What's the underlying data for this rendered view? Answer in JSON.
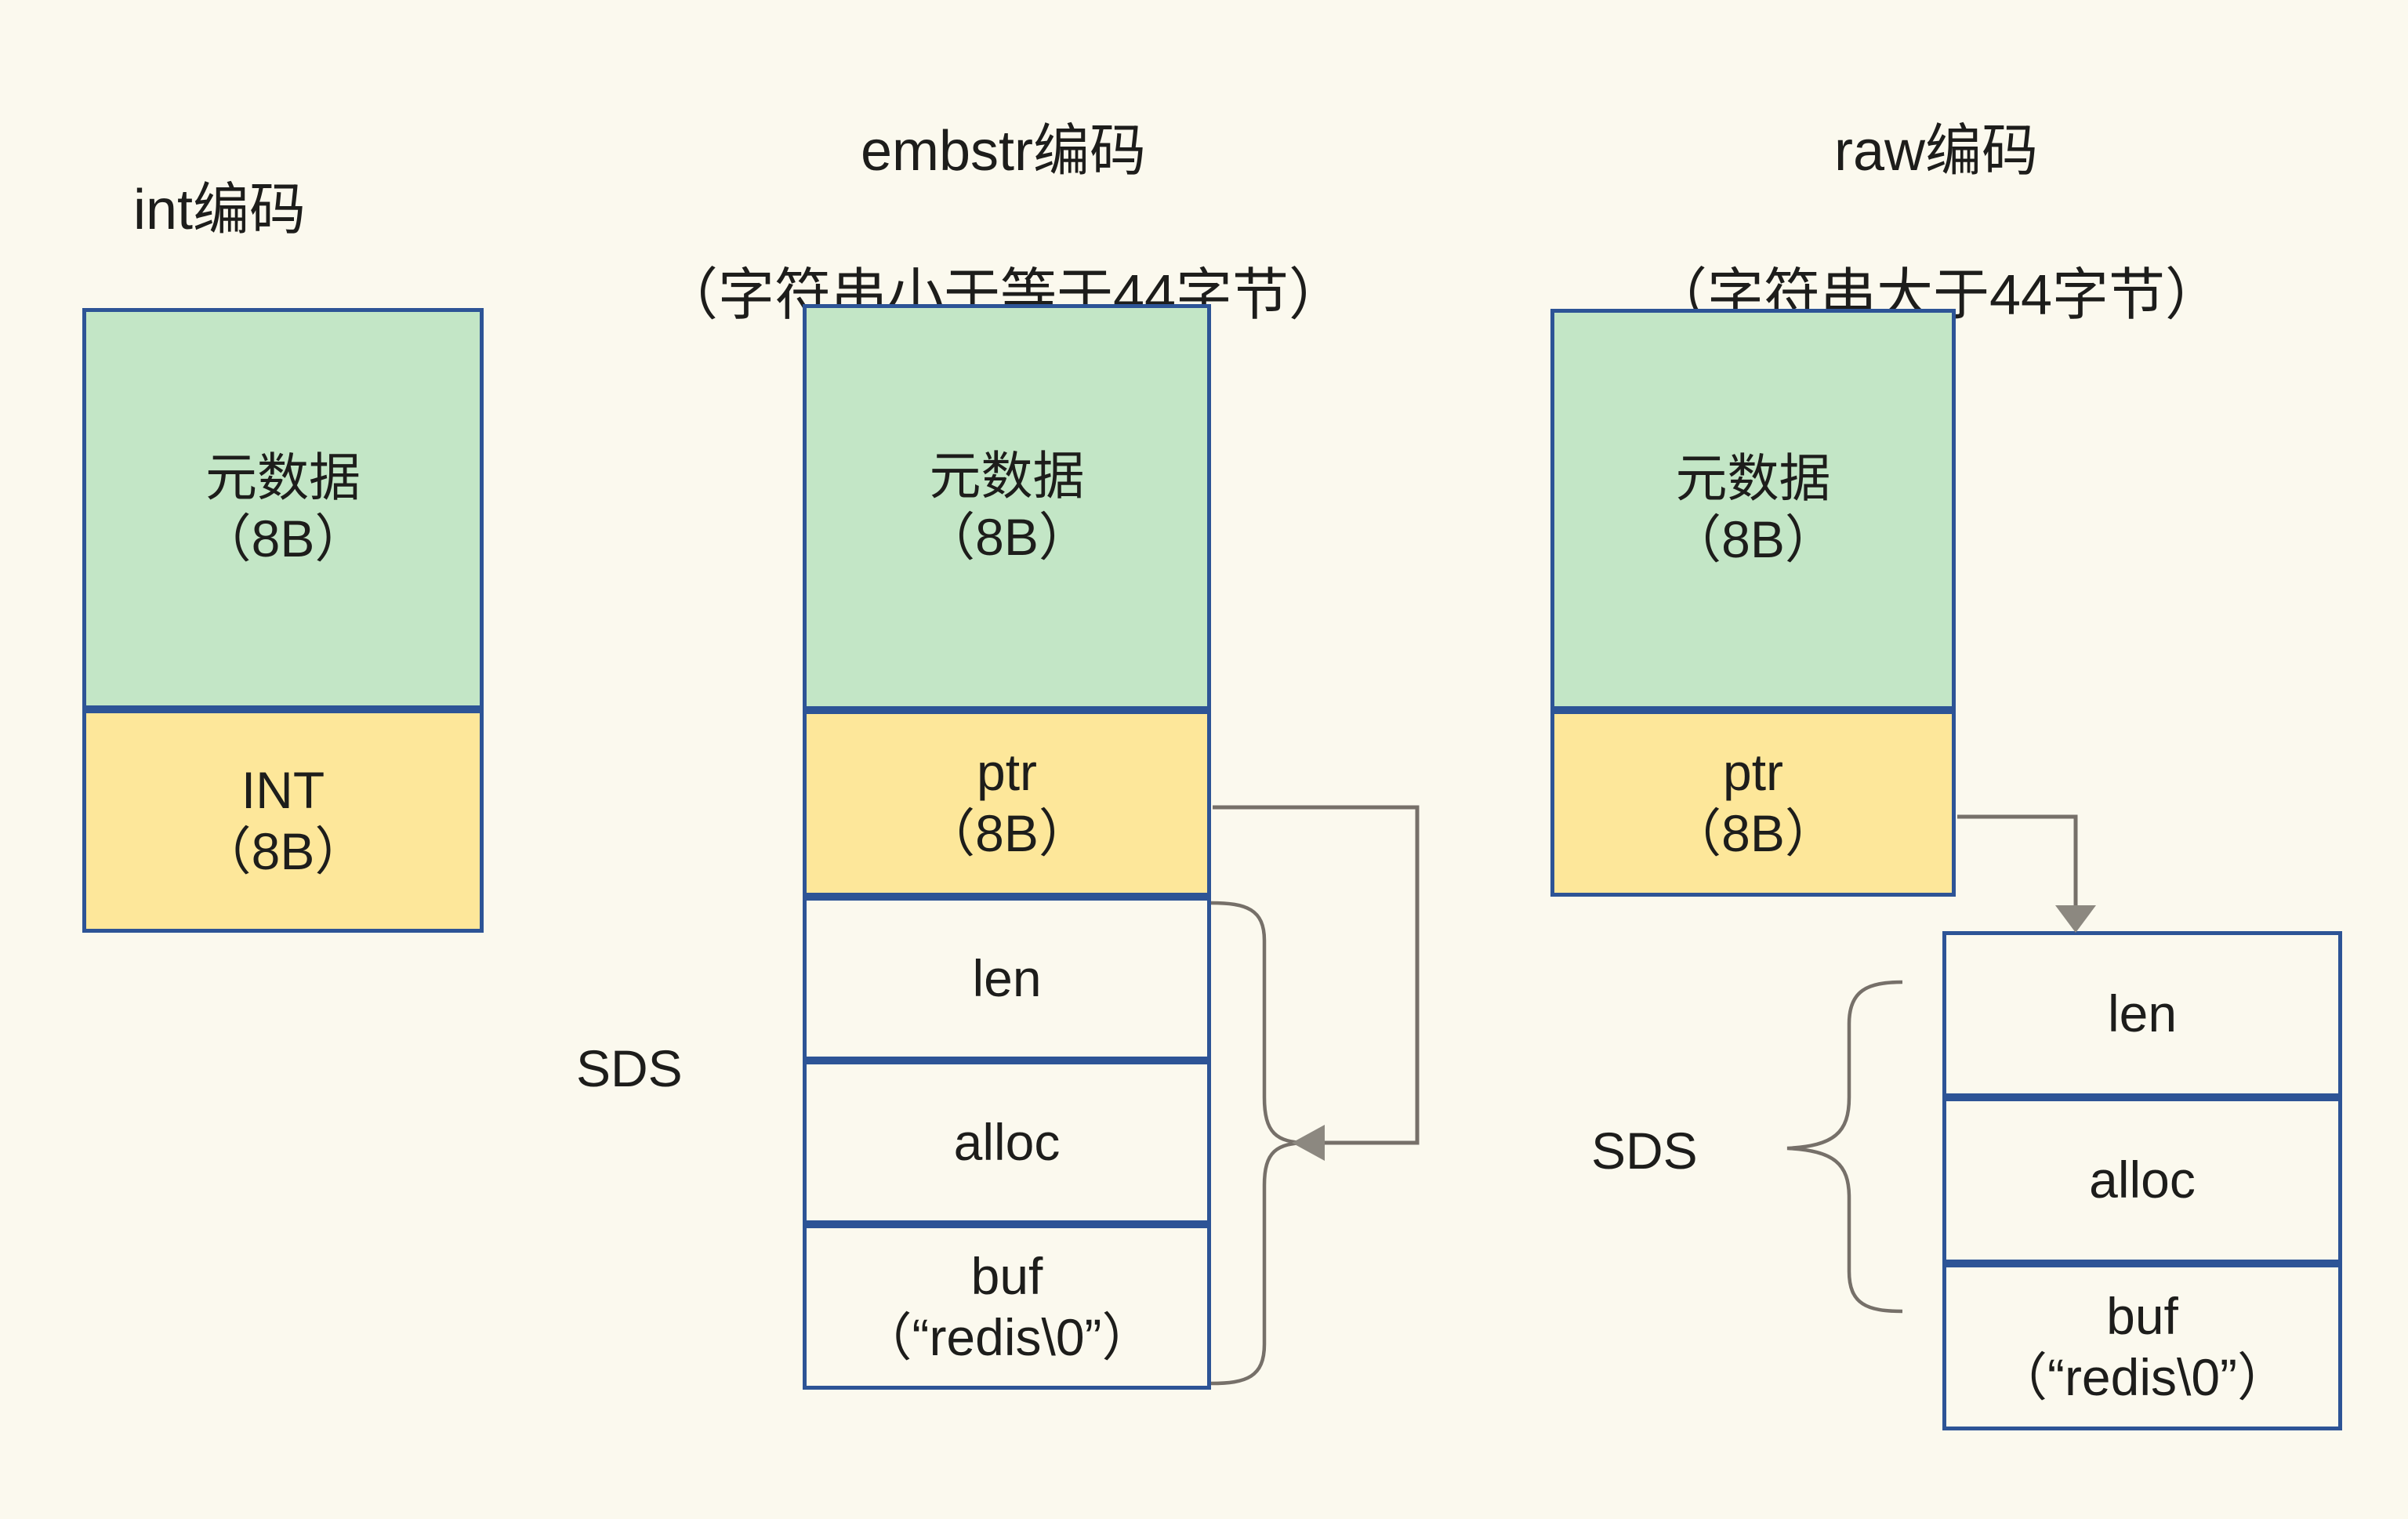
{
  "diagram": {
    "title_int": "int编码",
    "title_embstr": "embstr编码\n（字符串小于等于44字节）",
    "title_raw": "raw编码\n（字符串大于44字节）",
    "colors": {
      "background": "#fbf9ee",
      "metadata_fill": "#c3e6c6",
      "pointer_fill": "#fde79a",
      "plain_fill": "#fbf9ee",
      "box_border": "#2d5496",
      "connector": "#767069",
      "text": "#1d1d1b"
    }
  },
  "columns": {
    "int": {
      "header": "int编码",
      "cells": [
        {
          "line1": "元数据",
          "line2": "（8B）",
          "kind": "meta"
        },
        {
          "line1": "INT",
          "line2": "（8B）",
          "kind": "ptr"
        }
      ]
    },
    "embstr": {
      "header_line1": "embstr编码",
      "header_line2": "（字符串小于等于44字节）",
      "sds_label": "SDS",
      "cells": [
        {
          "line1": "元数据",
          "line2": "（8B）",
          "kind": "meta"
        },
        {
          "line1": "ptr",
          "line2": "（8B）",
          "kind": "ptr"
        },
        {
          "line1": "len",
          "line2": "",
          "kind": "plain"
        },
        {
          "line1": "alloc",
          "line2": "",
          "kind": "plain"
        },
        {
          "line1": "buf",
          "line2": "（“redis\\0”）",
          "kind": "plain"
        }
      ]
    },
    "raw": {
      "header_line1": "raw编码",
      "header_line2": "（字符串大于44字节）",
      "sds_label": "SDS",
      "object_cells": [
        {
          "line1": "元数据",
          "line2": "（8B）",
          "kind": "meta"
        },
        {
          "line1": "ptr",
          "line2": "（8B）",
          "kind": "ptr"
        }
      ],
      "sds_cells": [
        {
          "line1": "len",
          "line2": "",
          "kind": "plain"
        },
        {
          "line1": "alloc",
          "line2": "",
          "kind": "plain"
        },
        {
          "line1": "buf",
          "line2": "（“redis\\0”）",
          "kind": "plain"
        }
      ]
    }
  }
}
